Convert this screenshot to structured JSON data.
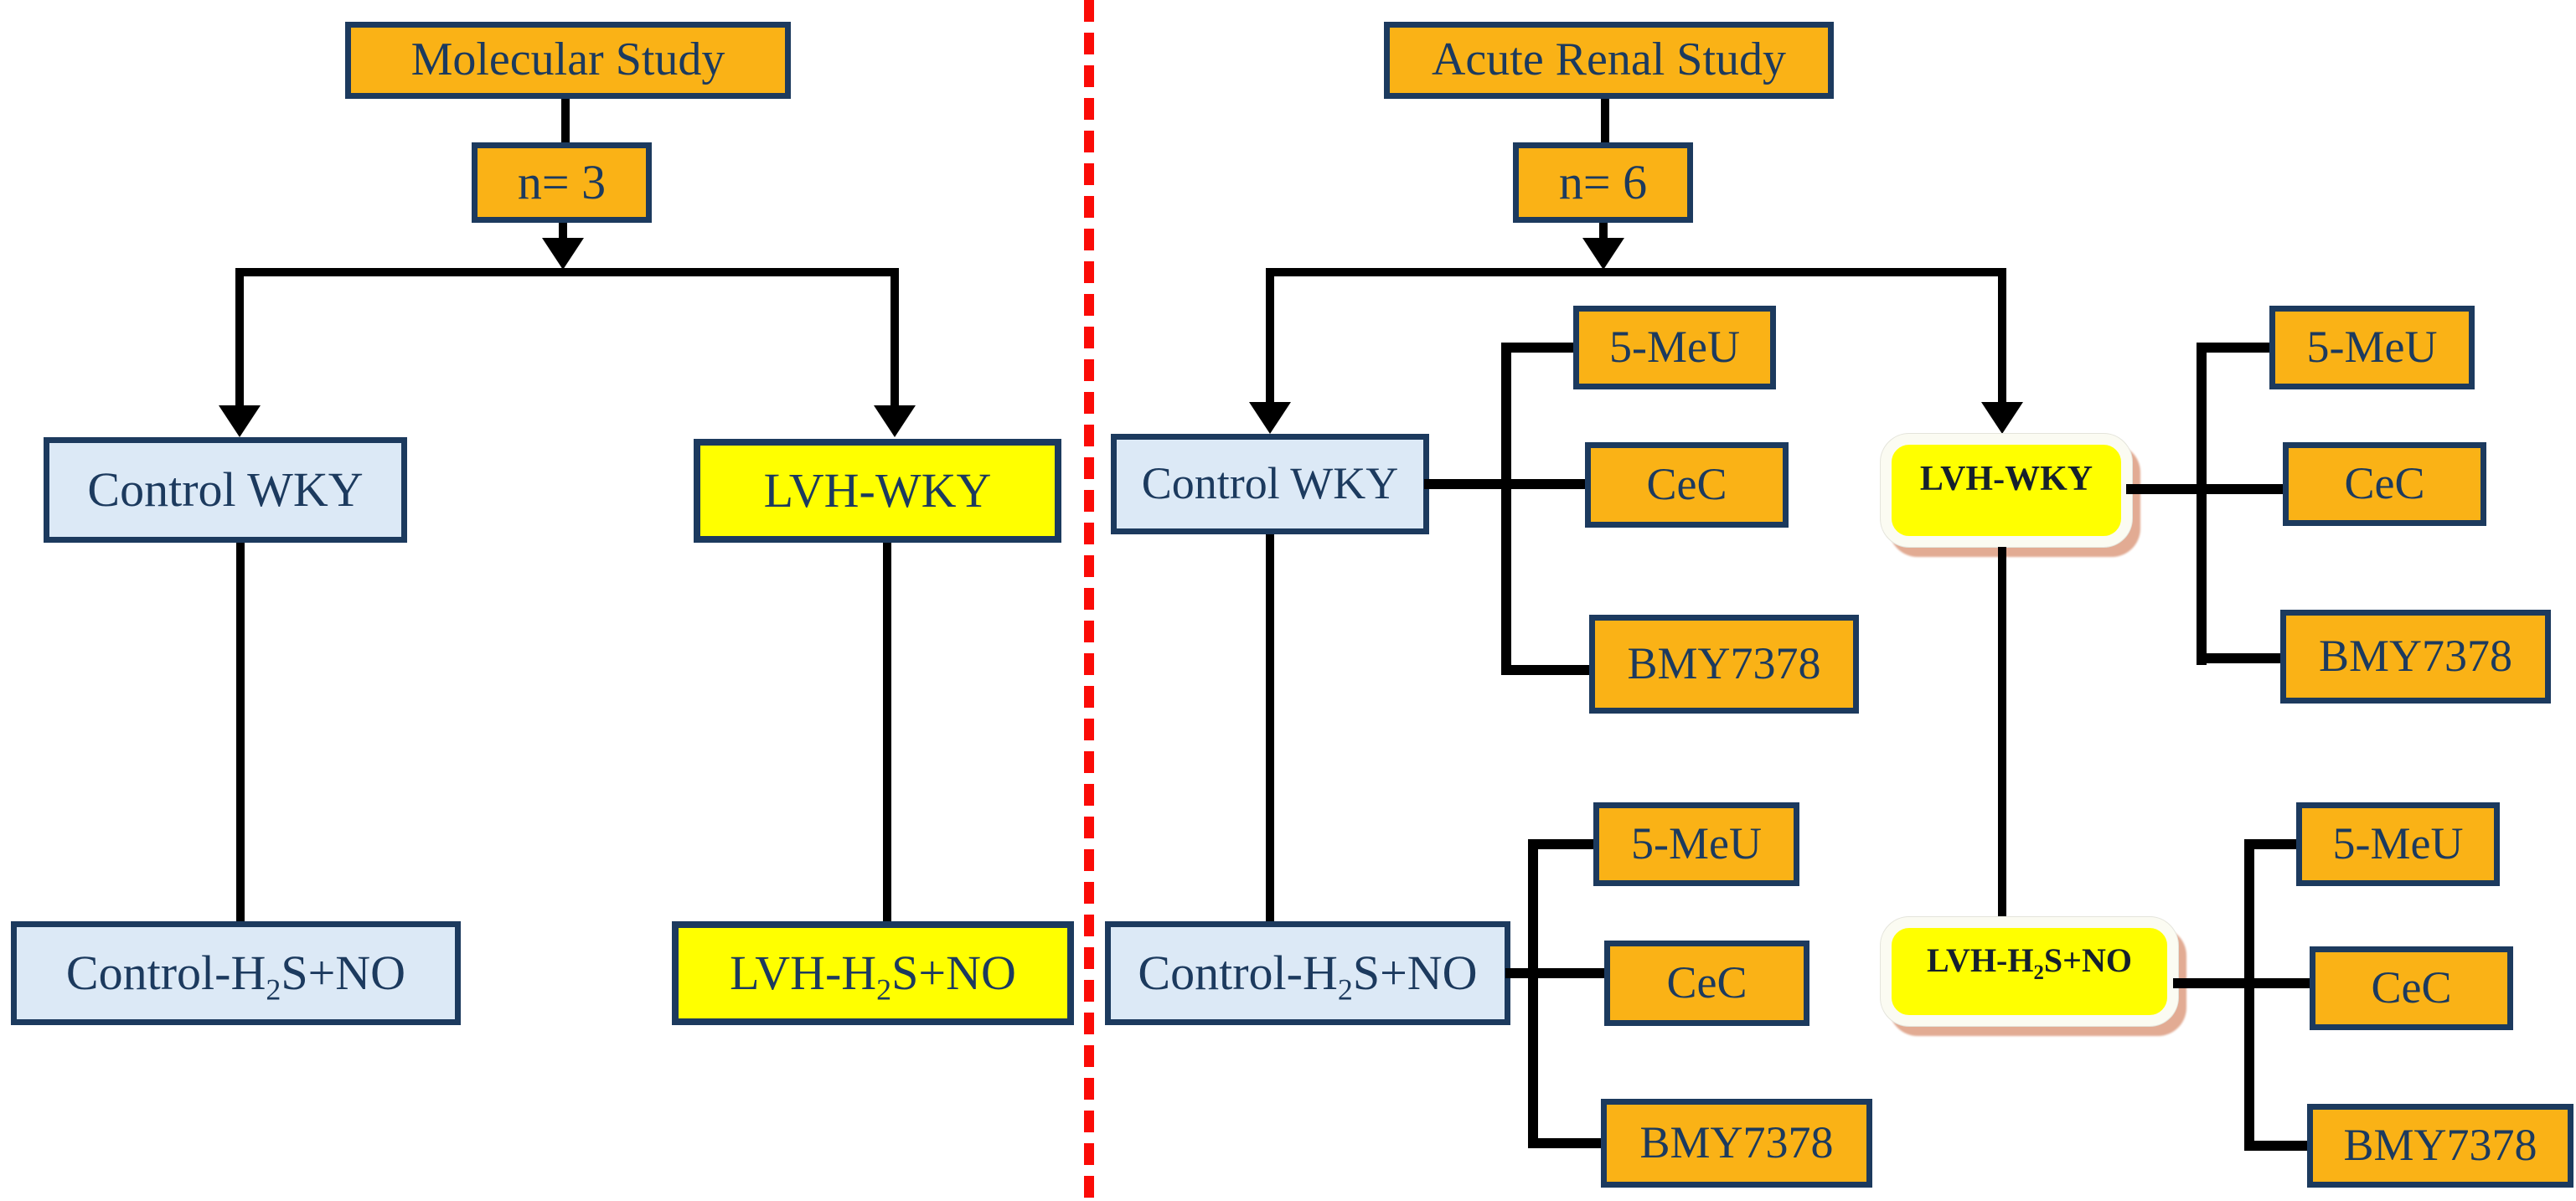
{
  "colors": {
    "box_orange": "#FAB216",
    "box_blue": "#DCE9F6",
    "box_yellow": "#FFFF00",
    "border_navy": "#1C3A5E",
    "line_black": "#000000",
    "divider_red": "#FB0B07"
  },
  "left_panel": {
    "title": "Molecular Study",
    "sample_size": "n= 3",
    "control_group": "Control WKY",
    "lvh_group": "LVH-WKY",
    "control_treatment": {
      "pre": "Control-H",
      "sub": "2",
      "post": "S+NO"
    },
    "lvh_treatment": {
      "pre": "LVH-H",
      "sub": "2",
      "post": "S+NO"
    }
  },
  "right_panel": {
    "title": "Acute Renal Study",
    "sample_size": "n= 6",
    "control_group": "Control WKY",
    "lvh_group": "LVH-WKY",
    "control_treatment": {
      "pre": "Control-H",
      "sub": "2",
      "post": "S+NO"
    },
    "lvh_treatment": {
      "pre": "LVH-H",
      "sub": "2",
      "post": "S+NO"
    },
    "drugs": {
      "d1": "5-MeU",
      "d2": "CeC",
      "d3": "BMY7378"
    }
  }
}
